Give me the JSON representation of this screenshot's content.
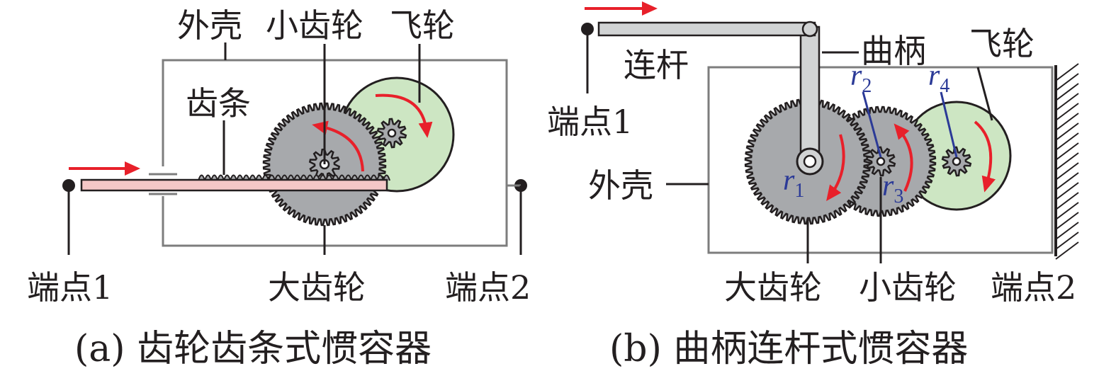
{
  "colors": {
    "arrow": "#e8202a",
    "gear": "#a7a9ac",
    "flywheel": "#cde6c3",
    "rack": "#f4c7c7",
    "radius": "#2b3a97",
    "housing": "#7d7d7d"
  },
  "panel_a": {
    "caption": "(a) 齿轮齿条式惯容器",
    "labels": {
      "housing": "外壳",
      "small_gear": "小齿轮",
      "flywheel": "飞轮",
      "rack": "齿条",
      "terminal1": "端点1",
      "big_gear": "大齿轮",
      "terminal2": "端点2"
    }
  },
  "panel_b": {
    "caption": "(b) 曲柄连杆式惯容器",
    "labels": {
      "connecting_rod": "连杆",
      "crank": "曲柄",
      "flywheel": "飞轮",
      "terminal1": "端点1",
      "housing": "外壳",
      "big_gear": "大齿轮",
      "small_gear": "小齿轮",
      "terminal2": "端点2"
    },
    "radii": [
      {
        "base": "r",
        "sub": "1"
      },
      {
        "base": "r",
        "sub": "2"
      },
      {
        "base": "r",
        "sub": "3"
      },
      {
        "base": "r",
        "sub": "4"
      }
    ]
  }
}
